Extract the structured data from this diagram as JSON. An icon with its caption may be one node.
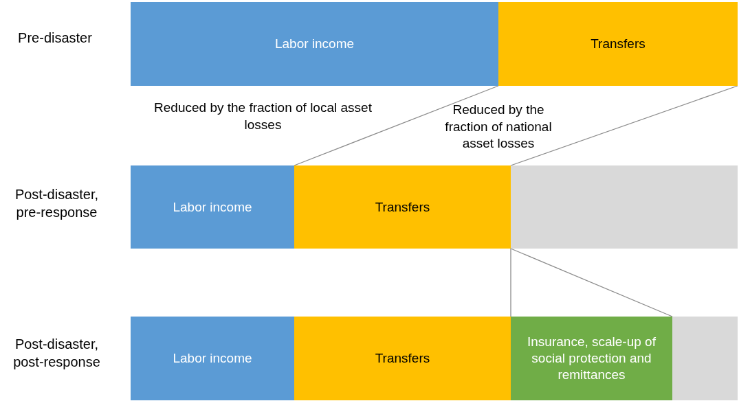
{
  "diagram": {
    "nodes": [
      {
        "text": [
          "Labor income"
        ]
      },
      {
        "text": [
          "Transfers"
        ]
      },
      {
        "text": [
          "Labor income"
        ]
      },
      {
        "text": [
          "Transfers"
        ]
      },
      {
        "text": [],
        "shape": "bar"
      },
      {
        "text": [
          "Labor income"
        ]
      },
      {
        "text": [
          "Transfers"
        ]
      },
      {
        "text": [
          "Insurance, scale-up of social protection and remittances"
        ]
      },
      {
        "text": [],
        "shape": "bar"
      }
    ],
    "edges": [
      {
        "from": 0,
        "to": 2,
        "arrow": "none"
      },
      {
        "from": 1,
        "to": 3,
        "arrow": "none"
      },
      {
        "from": 4,
        "to": 7,
        "arrow": "none"
      },
      {
        "from": 4,
        "to": 7,
        "arrow": "none"
      }
    ],
    "labels": [
      "Pre-disaster",
      "Reduced by the fraction of local asset losses",
      "Reduced by the fraction of national asset losses",
      "Post-disaster, pre-response",
      "Post-disaster, post-response"
    ]
  }
}
